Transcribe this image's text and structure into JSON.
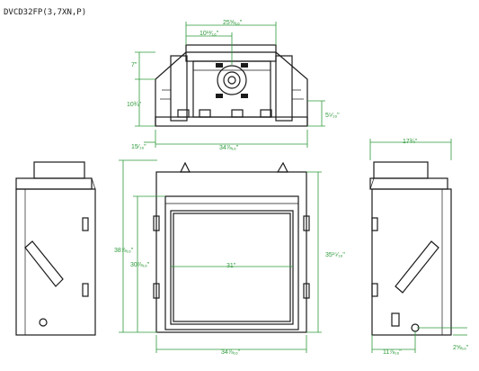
{
  "model_code": "DVCD32FP(3,7XN,P)",
  "dimensions": {
    "top_width_outer": "25⅝₁₆\"",
    "top_width_inner": "10¹³⁄₁₆\"",
    "top_depth_a": "7\"",
    "top_depth_b": "10¾\"",
    "top_side_step": "5⁵⁄₁₆\"",
    "top_bottom_width": "34⅞₁₆\"",
    "top_left_offset": "15⁄₁₆\"",
    "front_height_outer": "38⅞₁₆\"",
    "front_height_inner": "30⅞₁₆\"",
    "front_opening_width": "31\"",
    "front_height_right": "35¹⁵⁄₁₆\"",
    "front_bottom_width": "34⅞₁₆\"",
    "side_depth": "17¾\"",
    "side_bottom_a": "11⅞₁₆\"",
    "side_bottom_b": "2⅝₁₆\""
  },
  "colors": {
    "dimension": "#2e9a3a",
    "line": "#1a1a1a",
    "background": "#ffffff"
  }
}
